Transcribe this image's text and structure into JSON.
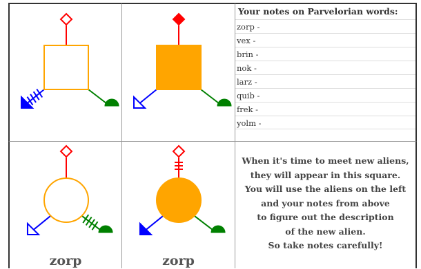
{
  "panels": [
    {
      "word": ""
    },
    {
      "word": ""
    },
    {
      "word": "zorp"
    },
    {
      "word": "zorp"
    }
  ],
  "notes": {
    "title": "Your notes on Parvelorian words:",
    "entries": [
      "zorp -",
      "vex -",
      "brin -",
      "nok -",
      "larz -",
      "quib -",
      "frek -",
      "yolm -"
    ]
  },
  "instructions": {
    "lines": [
      "When it's time to meet new aliens,",
      "they will appear in this square.",
      "You will use the aliens on the left",
      "and your notes from above",
      "to figure out the description",
      "of the new alien.",
      "So take notes carefully!"
    ]
  },
  "colors": {
    "body": "#FFA500",
    "head": "#FF0000",
    "left_limb": "#0000FF",
    "right_limb": "#008000",
    "border": "#999999"
  },
  "aliens": [
    {
      "body": "square",
      "body_fill": false,
      "head": "diamond",
      "head_fill": false,
      "head_hatched": false,
      "left_end": "arrow",
      "left_fill": true,
      "left_hatched": true,
      "right_end": "dome",
      "right_hatched": false
    },
    {
      "body": "square",
      "body_fill": true,
      "head": "diamond",
      "head_fill": true,
      "head_hatched": false,
      "left_end": "arrow",
      "left_fill": false,
      "left_hatched": false,
      "right_end": "dome",
      "right_hatched": false
    },
    {
      "body": "circle",
      "body_fill": false,
      "head": "diamond",
      "head_fill": false,
      "head_hatched": false,
      "left_end": "arrow",
      "left_fill": false,
      "left_hatched": false,
      "right_end": "dome",
      "right_hatched": true
    },
    {
      "body": "circle",
      "body_fill": true,
      "head": "diamond",
      "head_fill": false,
      "head_hatched": true,
      "left_end": "arrow",
      "left_fill": true,
      "left_hatched": false,
      "right_end": "dome",
      "right_hatched": false
    }
  ]
}
